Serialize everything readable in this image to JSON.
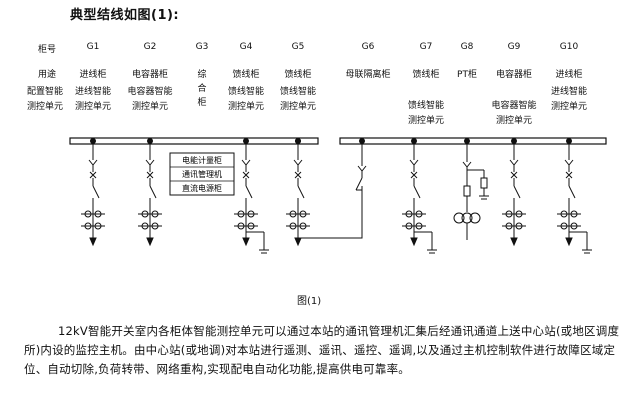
{
  "heading": "典型结线如图(1):",
  "row_labels": {
    "cabinet_no": "柜号",
    "purpose": "用途",
    "config": [
      "配置智能",
      "测控单元"
    ]
  },
  "cabinets": [
    {
      "id": "G1",
      "purpose": [
        "进线柜"
      ],
      "config": [
        "进线智能",
        "测控单元"
      ]
    },
    {
      "id": "G2",
      "purpose": [
        "电容器柜"
      ],
      "config": [
        "电容器智能",
        "测控单元"
      ]
    },
    {
      "id": "G3",
      "purpose": [
        "综",
        "合",
        "柜"
      ],
      "config": []
    },
    {
      "id": "G4",
      "purpose": [
        "馈线柜"
      ],
      "config": [
        "馈线智能",
        "测控单元"
      ]
    },
    {
      "id": "G5",
      "purpose": [
        "馈线柜"
      ],
      "config": [
        "馈线智能",
        "测控单元"
      ]
    },
    {
      "id": "G6",
      "purpose": [
        "母联隔离柜"
      ],
      "config": []
    },
    {
      "id": "G7",
      "purpose": [
        "馈线柜"
      ],
      "config": [
        "馈线智能",
        "测控单元"
      ]
    },
    {
      "id": "G8",
      "purpose": [
        "PT柜"
      ],
      "config": []
    },
    {
      "id": "G9",
      "purpose": [
        "电容器柜"
      ],
      "config": [
        "电容器智能",
        "测控单元"
      ]
    },
    {
      "id": "G10",
      "purpose": [
        "进线柜"
      ],
      "config": [
        "进线智能",
        "测控单元"
      ]
    }
  ],
  "g3_box": [
    "电能计量柜",
    "通讯管理机",
    "直流电源柜"
  ],
  "caption": "图(1)",
  "paragraph": "12kV智能开关室内各柜体智能测控单元可以通过本站的通讯管理机汇集后经通讯通道上送中心站(或地区调度所)内设的监控主机。由中心站(或地调)对本站进行遥测、遥讯、遥控、遥调,以及通过主机控制软件进行故障区域定位、自动切除,负荷转带、网络重构,实现配电自动化功能,提高供电可靠率。"
}
